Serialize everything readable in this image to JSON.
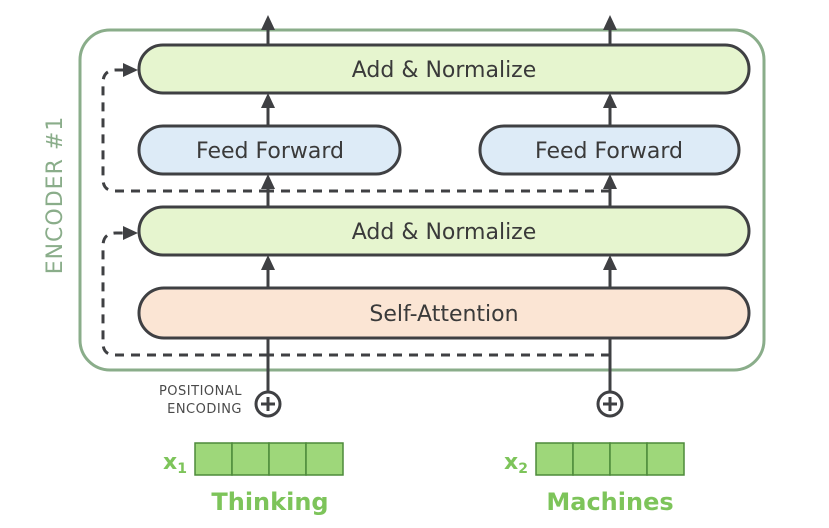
{
  "encoder": {
    "label": "ENCODER #1"
  },
  "layers": {
    "add_normalize_top": "Add & Normalize",
    "feed_forward_1": "Feed Forward",
    "feed_forward_2": "Feed Forward",
    "add_normalize_bottom": "Add & Normalize",
    "self_attention": "Self-Attention"
  },
  "positional_encoding": {
    "line1": "POSITIONAL",
    "line2": "ENCODING"
  },
  "inputs": [
    {
      "symbol": "x",
      "subscript": "1",
      "word": "Thinking"
    },
    {
      "symbol": "x",
      "subscript": "2",
      "word": "Machines"
    }
  ],
  "colors": {
    "encoder_frame": "#8aad8a",
    "add_normalize": "#e6f5cf",
    "feed_forward": "#ddebf7",
    "self_attention": "#fbe5d4",
    "embedding": "#9ed77a",
    "input_text": "#7dc45a"
  },
  "icons": {
    "plus": "plus-circle-icon",
    "arrow": "arrow-up-icon"
  }
}
